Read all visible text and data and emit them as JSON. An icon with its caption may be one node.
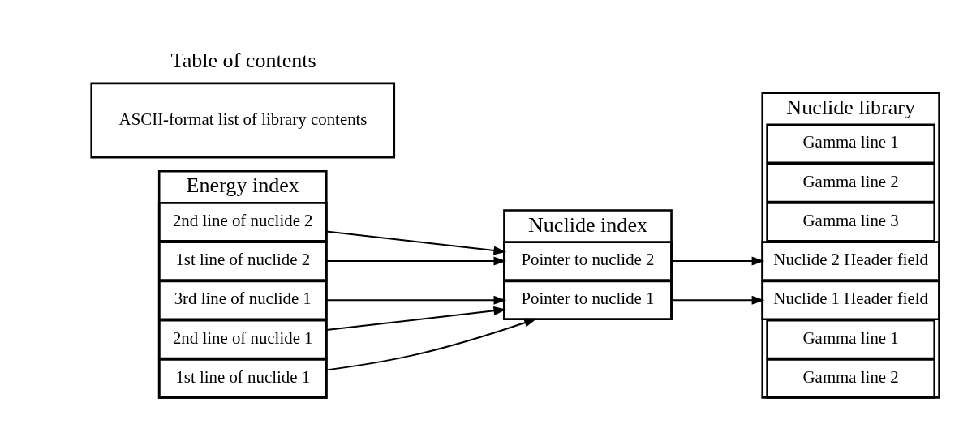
{
  "diagram": {
    "nodes": [
      {
        "text": [
          "Energy index"
        ]
      },
      {
        "text": [
          "2nd line of nuclide 2"
        ],
        "in": 0
      },
      {
        "text": [
          "3rd line of nuclide 1"
        ],
        "in": 0
      },
      {
        "text": [
          "2nd line of nuclide 1"
        ],
        "in": 0
      },
      {
        "text": [
          "1st line of nuclide 2"
        ],
        "in": 0
      },
      {
        "text": [
          "1st line of nuclide 1"
        ],
        "in": 0
      },
      {
        "text": [
          "Nuclide index"
        ]
      },
      {
        "text": [
          "Pointer to nuclide 1"
        ],
        "in": 6
      },
      {
        "text": [
          "Pointer to nuclide 2"
        ],
        "in": 6
      },
      {
        "text": [
          "Nuclide library"
        ]
      },
      {
        "text": [
          "Nuclide 1 Header field"
        ],
        "in": 9
      },
      {
        "text": [
          "Gamma line 1"
        ],
        "in": 9
      },
      {
        "text": [
          "Gamma line 2"
        ],
        "in": 9
      },
      {
        "text": [
          "Gamma line 3"
        ],
        "in": 9
      },
      {
        "text": [
          "Nuclide 2 Header field"
        ],
        "in": 9
      },
      {
        "text": [
          "Gamma line 1"
        ],
        "in": 9
      },
      {
        "text": [
          "Gamma line 2"
        ],
        "in": 9
      },
      {
        "text": [
          "Table of contents",
          "ASCII-format list of library contents"
        ]
      }
    ],
    "edges": [
      {
        "from": 1,
        "to": 8,
        "arrow": "to"
      },
      {
        "from": 2,
        "to": 7,
        "arrow": "to"
      },
      {
        "from": 3,
        "to": 7,
        "arrow": "to"
      },
      {
        "from": 4,
        "to": 8,
        "arrow": "to"
      },
      {
        "from": 5,
        "to": 7,
        "arrow": "to"
      },
      {
        "from": 7,
        "to": 10,
        "arrow": "to"
      },
      {
        "from": 8,
        "to": 14,
        "arrow": "to"
      }
    ]
  }
}
